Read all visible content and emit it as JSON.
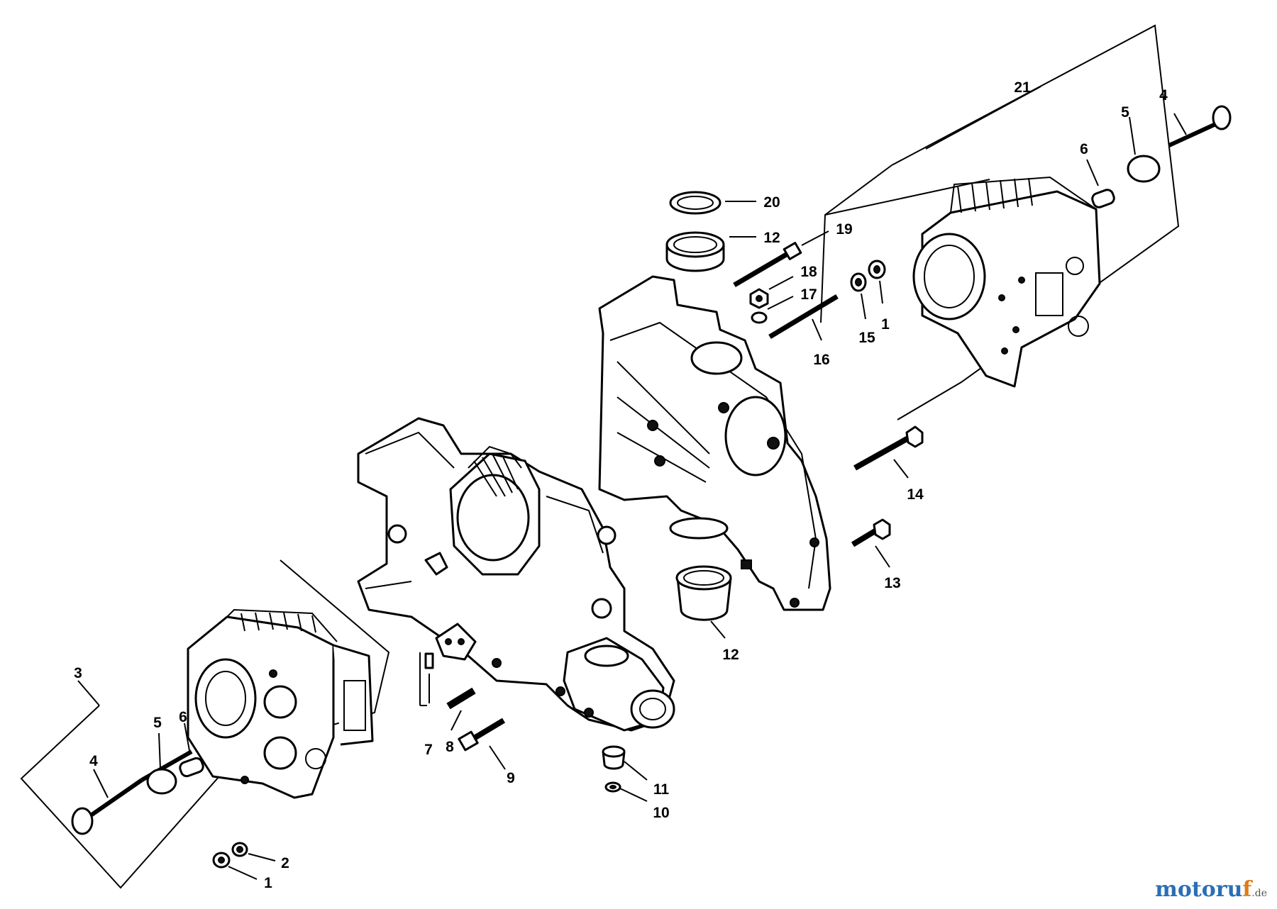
{
  "diagram": {
    "callouts": [
      "21",
      "4",
      "5",
      "6",
      "20",
      "12",
      "19",
      "18",
      "17",
      "1",
      "15",
      "16",
      "14",
      "13",
      "12",
      "3",
      "5",
      "6",
      "4",
      "7",
      "8",
      "9",
      "11",
      "10",
      "2",
      "1"
    ]
  },
  "watermark": {
    "main": "motoru",
    "accent": "f",
    "suffix": ".de"
  }
}
